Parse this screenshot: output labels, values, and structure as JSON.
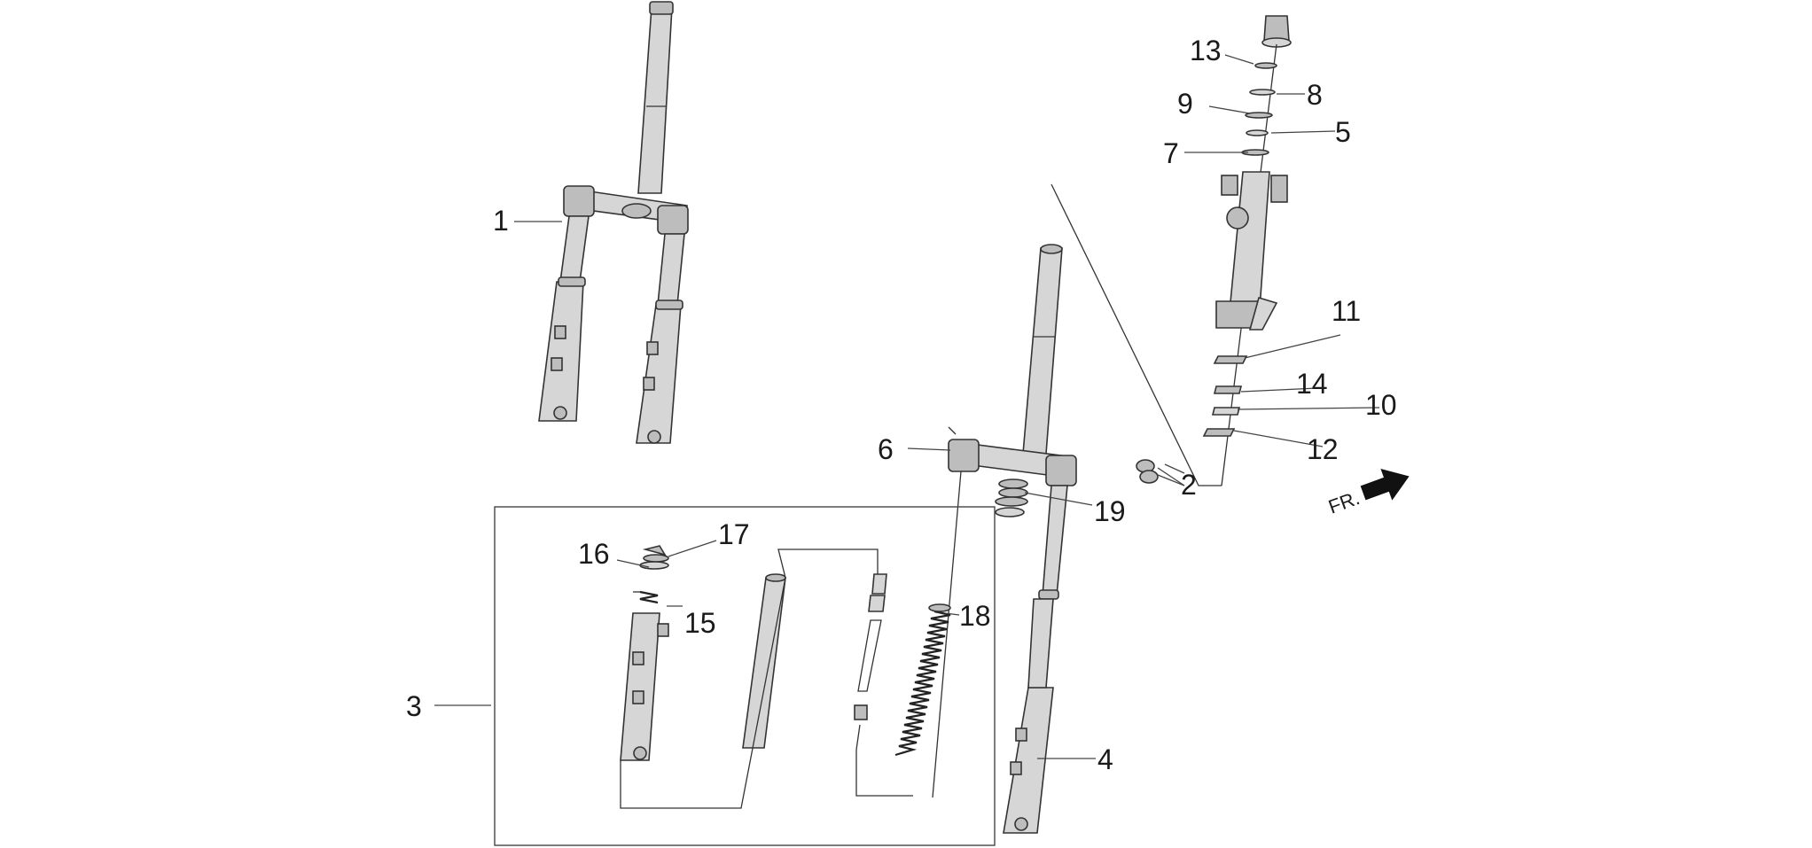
{
  "callouts": {
    "c1": "1",
    "c2": "2",
    "c3": "3",
    "c4": "4",
    "c5": "5",
    "c6": "6",
    "c7": "7",
    "c8": "8",
    "c9": "9",
    "c10": "10",
    "c11": "11",
    "c12": "12",
    "c13": "13",
    "c14": "14",
    "c15": "15",
    "c16": "16",
    "c17": "17",
    "c18": "18",
    "c19": "19"
  },
  "direction_label": "FR.",
  "icons": {
    "direction_arrow": "front-direction-arrow-icon"
  }
}
